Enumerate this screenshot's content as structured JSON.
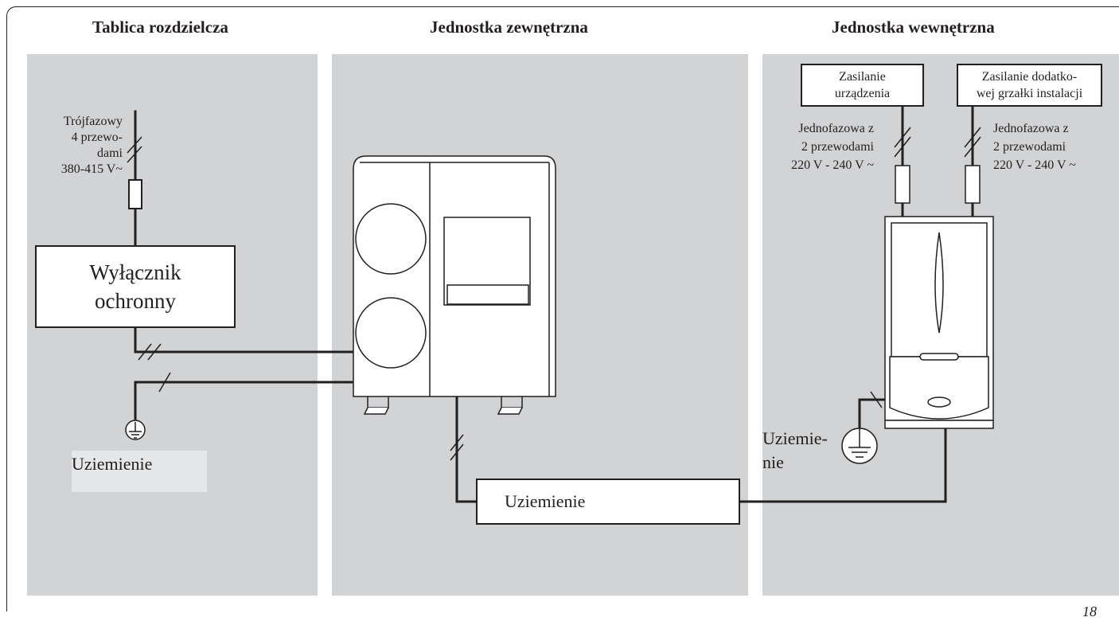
{
  "headers": {
    "switchboard": "Tablica rozdzielcza",
    "outdoor_unit": "Jednostka zewnętrzna",
    "indoor_unit": "Jednostka wewnętrzna"
  },
  "switchboard": {
    "supply_label": [
      "Trójfazowy",
      "4 przewo-",
      "dami",
      "380-415 V~"
    ],
    "breaker_label": [
      "Wyłącznik",
      "ochronny"
    ],
    "earth_label": "Uziemienie"
  },
  "outdoor": {
    "earth_box_label": "Uziemienie"
  },
  "indoor": {
    "unit_supply_box": [
      "Zasilanie",
      "urządzenia"
    ],
    "heater_supply_box": [
      "Zasilanie dodatko-",
      "wej grzałki instalacji"
    ],
    "unit_supply_spec": [
      "Jednofazowa z",
      "2 przewodami",
      "220 V - 240 V ~"
    ],
    "heater_supply_spec": [
      "Jednofazowa z",
      "2 przewodami",
      "220 V - 240 V ~"
    ],
    "earth_label": [
      "Uziemie-",
      "nie"
    ]
  },
  "page_number": "18",
  "colors": {
    "panel": "#d1d3d4",
    "line": "#231f20"
  }
}
